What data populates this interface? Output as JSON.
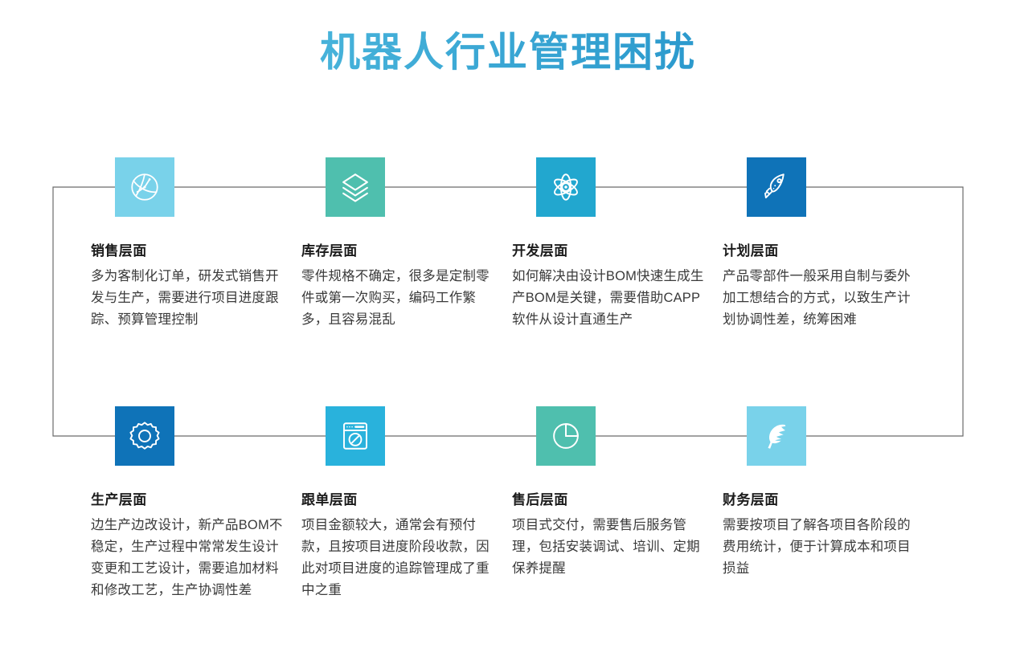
{
  "page": {
    "title": "机器人行业管理困扰",
    "background": "#ffffff",
    "title_gradient_from": "#5ec8e5",
    "title_gradient_to": "#1484c2",
    "connector_color": "#6b6b6b"
  },
  "cards": [
    {
      "id": "sales",
      "icon": "globe-network-icon",
      "icon_bg": "#79d2ea",
      "title": "销售层面",
      "body": "多为客制化订单，研发式销售开发与生产，需要进行项目进度跟踪、预算管理控制"
    },
    {
      "id": "inventory",
      "icon": "layers-stack-icon",
      "icon_bg": "#4fbfae",
      "title": "库存层面",
      "body": "零件规格不确定，很多是定制零件或第一次购买，编码工作繁多，且容易混乱"
    },
    {
      "id": "development",
      "icon": "atom-icon",
      "icon_bg": "#22a7cf",
      "title": "开发层面",
      "body": "如何解决由设计BOM快速生成生产BOM是关键，需要借助CAPP软件从设计直通生产"
    },
    {
      "id": "planning",
      "icon": "rocket-icon",
      "icon_bg": "#0f73b8",
      "title": "计划层面",
      "body": "产品零部件一般采用自制与委外加工想结合的方式，以致生产计划协调性差，统筹困难"
    },
    {
      "id": "production",
      "icon": "gear-icon",
      "icon_bg": "#0f73b8",
      "title": "生产层面",
      "body": "边生产边改设计，新产品BOM不稳定，生产过程中常常发生设计变更和工艺设计，需要追加材料和修改工艺，生产协调性差"
    },
    {
      "id": "order-tracking",
      "icon": "browser-compass-icon",
      "icon_bg": "#29b2dc",
      "title": "跟单层面",
      "body": "项目金额较大，通常会有预付款，且按项目进度阶段收款，因此对项目进度的追踪管理成了重中之重"
    },
    {
      "id": "after-sales",
      "icon": "pie-chart-icon",
      "icon_bg": "#4fbfae",
      "title": "售后层面",
      "body": "项目式交付，需要售后服务管理，包括安装调试、培训、定期保养提醒"
    },
    {
      "id": "finance",
      "icon": "feather-icon",
      "icon_bg": "#79d2ea",
      "title": "财务层面",
      "body": "需要按项目了解各项目各阶段的费用统计，便于计算成本和项目损益"
    }
  ]
}
